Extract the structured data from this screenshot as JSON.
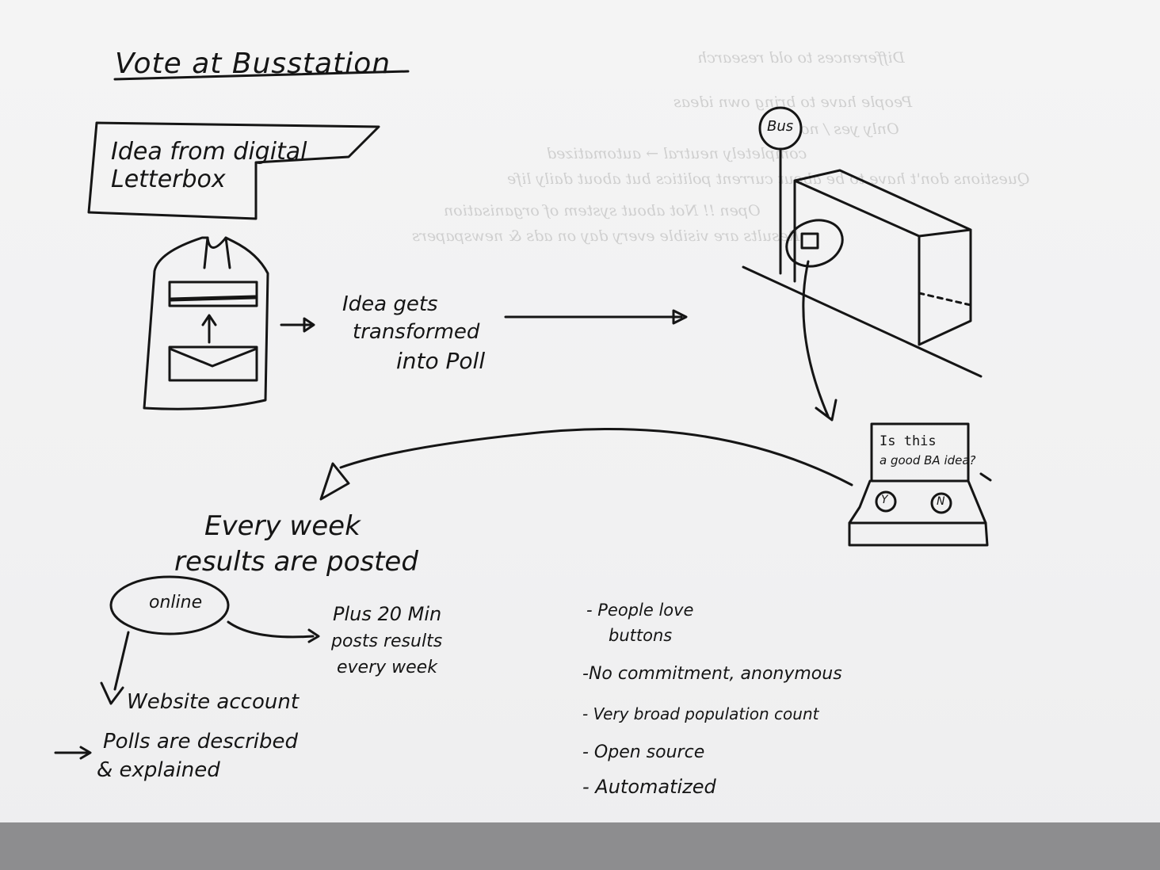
{
  "title": "Vote at Busstation",
  "idea_box": "Idea from digital Letterbox",
  "transform_text": [
    "Idea gets",
    "transformed",
    "into Poll"
  ],
  "bus_sign": "Bus",
  "poll_device_question": [
    "Is this",
    "a good BA idea?"
  ],
  "button_yes": "Y",
  "button_no": "N",
  "weekly_text": [
    "Every week",
    "results are posted"
  ],
  "online_label": "online",
  "plus20_text": [
    "Plus 20 Min",
    "posts results",
    "every week"
  ],
  "website_text": "Website account",
  "polls_text": [
    "Polls are described",
    "& explained"
  ],
  "features": [
    "- People love buttons",
    "-No commitment, anonymous",
    "- Very broad population count",
    "- Open source",
    "- Automatized"
  ],
  "features_first": [
    "- People love",
    "buttons"
  ],
  "ghost_lines": [
    "Differences to old research",
    "People have to bring own ideas",
    "Only yes / no",
    "completely neutral → automatized",
    "Questions don't have to be about current politics but about daily life",
    "Open !! Not about system of organisation",
    "Results are visible every day on ads & newspapers"
  ]
}
